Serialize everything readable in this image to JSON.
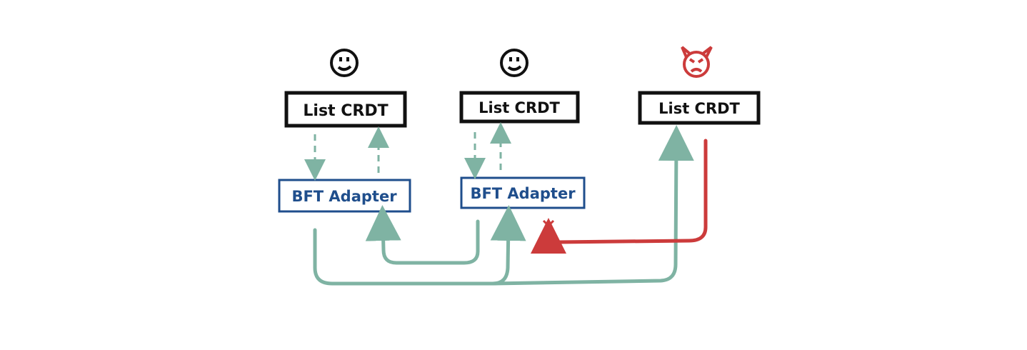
{
  "colors": {
    "ink": "#111111",
    "adapter": "#1f4e8c",
    "honest_flow": "#7fb3a3",
    "malicious": "#cc3b3b"
  },
  "replicas": [
    {
      "role": "honest",
      "icon": "smiley-face-icon",
      "crdt_label": "List CRDT",
      "adapter_label": "BFT Adapter"
    },
    {
      "role": "honest",
      "icon": "smiley-face-icon",
      "crdt_label": "List CRDT",
      "adapter_label": "BFT Adapter"
    },
    {
      "role": "malicious",
      "icon": "devil-face-icon",
      "crdt_label": "List CRDT"
    }
  ],
  "rejected_marker": "x"
}
